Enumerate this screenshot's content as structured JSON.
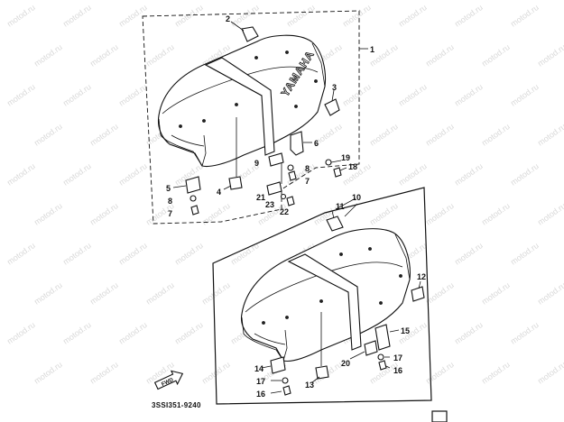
{
  "watermark": "motod.ru",
  "diagram_code": "3SSI351-9240",
  "brand_text": "YAMAHA",
  "fwd_label": "FWD",
  "callouts": {
    "c1": "1",
    "c2": "2",
    "c3": "3",
    "c4": "4",
    "c5": "5",
    "c6": "6",
    "c7a": "7",
    "c7b": "7",
    "c8a": "8",
    "c8b": "8",
    "c9": "9",
    "c10": "10",
    "c11": "11",
    "c12": "12",
    "c13": "13",
    "c14": "14",
    "c15": "15",
    "c16a": "16",
    "c16b": "16",
    "c17a": "17",
    "c17b": "17",
    "c18": "18",
    "c19": "19",
    "c20": "20",
    "c21": "21",
    "c22": "22",
    "c23": "23"
  }
}
